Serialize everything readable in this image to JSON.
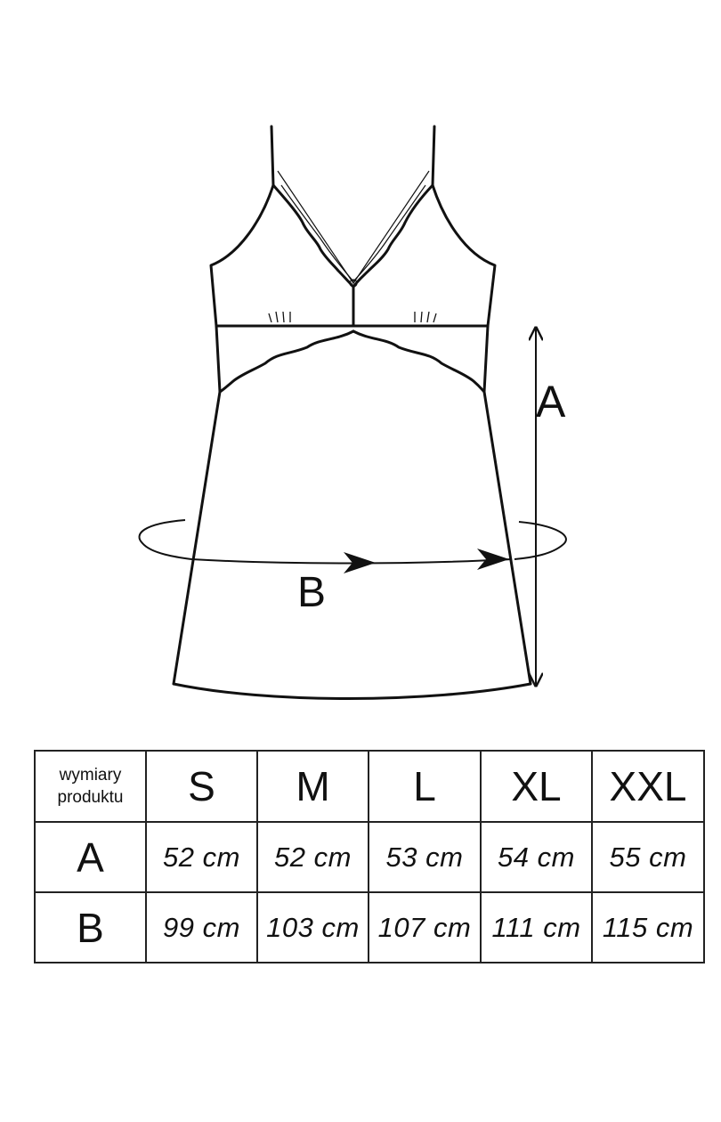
{
  "diagram": {
    "label_a": "A",
    "label_b": "B"
  },
  "table": {
    "corner_line1": "wymiary",
    "corner_line2": "produktu",
    "sizes": [
      "S",
      "M",
      "L",
      "XL",
      "XXL"
    ],
    "rows": [
      {
        "label": "A",
        "values": [
          "52 cm",
          "52 cm",
          "53 cm",
          "54 cm",
          "55 cm"
        ]
      },
      {
        "label": "B",
        "values": [
          "99 cm",
          "103 cm",
          "107 cm",
          "111 cm",
          "115 cm"
        ]
      }
    ]
  }
}
